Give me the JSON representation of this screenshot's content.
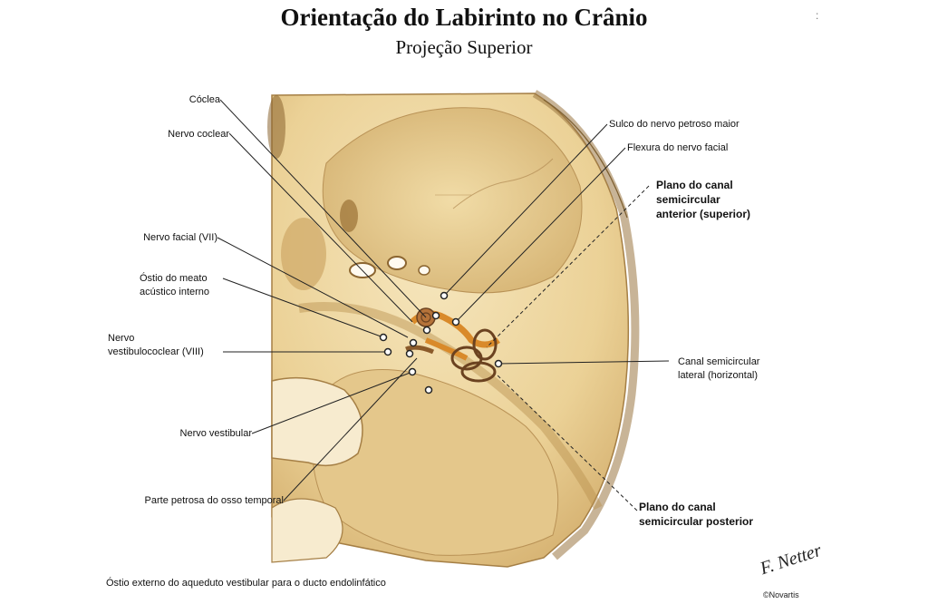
{
  "title": "Orientação do Labirinto no Crânio",
  "subtitle": "Projeção Superior",
  "labels": {
    "coclea": "Cóclea",
    "nervo_coclear": "Nervo coclear",
    "nervo_facial": "Nervo facial (VII)",
    "ostio_meato_1": "Óstio do meato",
    "ostio_meato_2": "acústico interno",
    "nervo_vestibulococlear_1": "Nervo",
    "nervo_vestibulococlear_2": "vestibulococlear (VIII)",
    "nervo_vestibular": "Nervo vestibular",
    "parte_petrosa": "Parte petrosa do osso temporal",
    "ostio_externo": "Óstio externo do aqueduto vestibular para o ducto endolinfático",
    "sulco_nervo_petroso": "Sulco do nervo petroso maior",
    "flexura_nervo_facial": "Flexura do nervo facial",
    "plano_anterior_1": "Plano do canal",
    "plano_anterior_2": "semicircular",
    "plano_anterior_3": "anterior (superior)",
    "canal_lateral_1": "Canal semicircular",
    "canal_lateral_2": "lateral (horizontal)",
    "plano_posterior_1": "Plano do canal",
    "plano_posterior_2": "semicircular posterior"
  },
  "credit": {
    "signature": "F. Netter",
    "publisher": "©Novartis"
  },
  "colors": {
    "bone_light": "#f3dfae",
    "bone_mid": "#e2c485",
    "bone_dark": "#b8904e",
    "nerve_orange": "#d98a2a",
    "leader_line": "#222222"
  }
}
